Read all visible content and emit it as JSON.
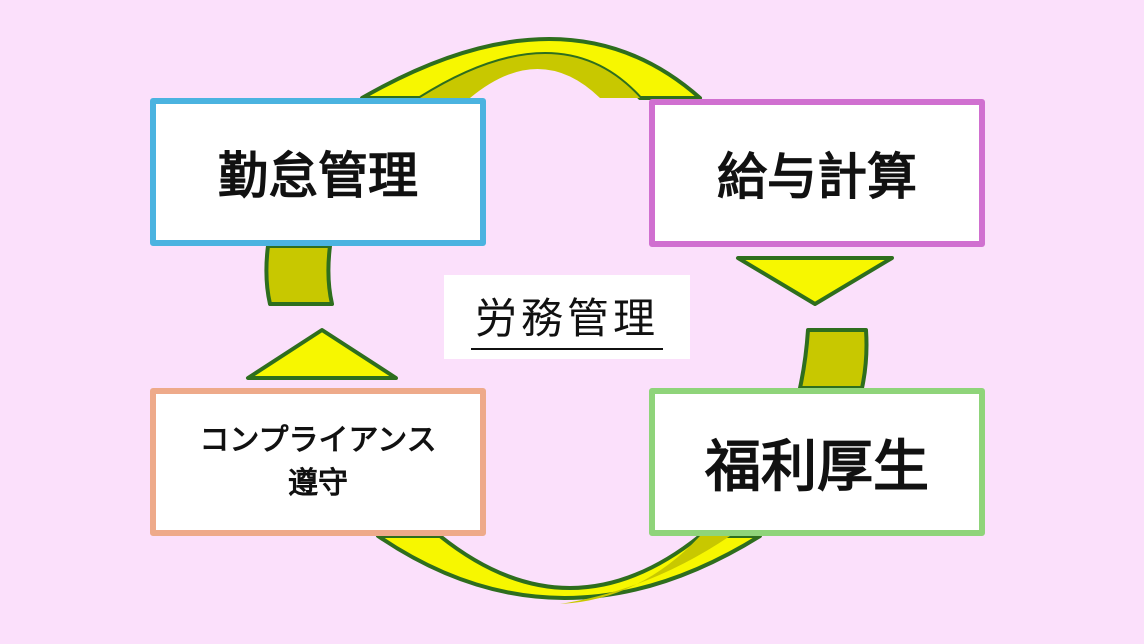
{
  "diagram": {
    "nodes": [
      {
        "id": "attendance",
        "label_lines": [
          "勤怠管理"
        ],
        "border_color": "#4bb3e0"
      },
      {
        "id": "payroll",
        "label_lines": [
          "給与計算"
        ],
        "border_color": "#d070d0"
      },
      {
        "id": "welfare",
        "label_lines": [
          "福利厚生"
        ],
        "border_color": "#8fd47a"
      },
      {
        "id": "compliance",
        "label_lines": [
          "コンプライアンス",
          "遵守"
        ],
        "border_color": "#eeaa8a"
      }
    ],
    "center_label": "労務管理",
    "edges": [
      {
        "from": "attendance",
        "to": "payroll"
      },
      {
        "from": "payroll",
        "to": "welfare"
      },
      {
        "from": "welfare",
        "to": "compliance"
      },
      {
        "from": "compliance",
        "to": "attendance"
      }
    ],
    "colors": {
      "background": "#fbe0fb",
      "arrow_fill": "#f7f700",
      "arrow_shade": "#c8c800",
      "arrow_outline": "#2e6e1e"
    }
  }
}
